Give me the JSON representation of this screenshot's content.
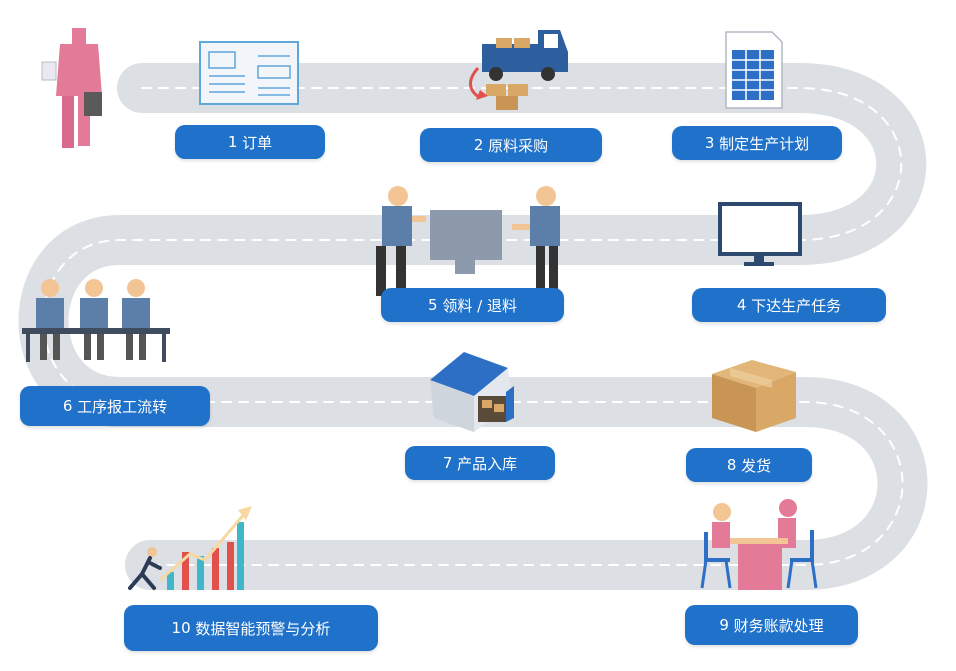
{
  "steps": [
    {
      "n": "1",
      "label": "订单"
    },
    {
      "n": "2",
      "label": "原料采购"
    },
    {
      "n": "3",
      "label": "制定生产计划"
    },
    {
      "n": "4",
      "label": "下达生产任务"
    },
    {
      "n": "5",
      "label": "领料 / 退料"
    },
    {
      "n": "6",
      "label": "工序报工流转"
    },
    {
      "n": "7",
      "label": "产品入库"
    },
    {
      "n": "8",
      "label": "发货"
    },
    {
      "n": "9",
      "label": "财务账款处理"
    },
    {
      "n": "10",
      "label": "数据智能预警与分析"
    }
  ],
  "colors": {
    "road": "#dcdfe3",
    "road_dash": "#ffffff",
    "step_bg": "#1f71c9",
    "person_blue": "#5b7fa8",
    "person_pink": "#e27a98",
    "skin": "#f3c594",
    "box": "#d9a866"
  },
  "icons": [
    "order-form-icon",
    "truck-icon",
    "spreadsheet-icon",
    "monitor-icon",
    "workers-icon",
    "warehouse-icon",
    "cardboard-box-icon",
    "meeting-icon",
    "growth-chart-icon",
    "businessman-icon"
  ]
}
